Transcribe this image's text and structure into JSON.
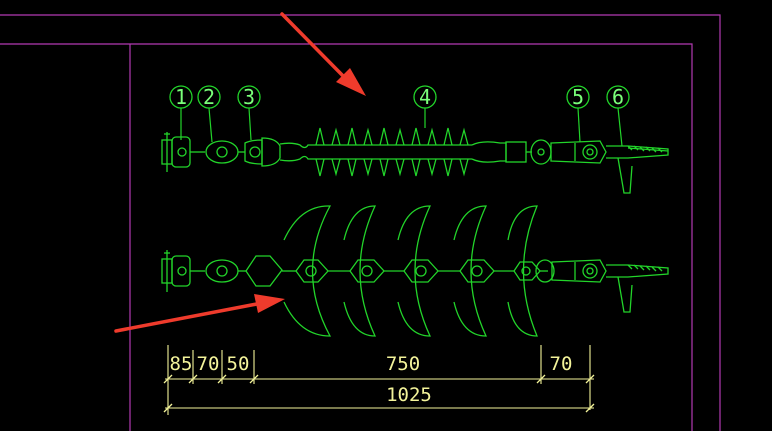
{
  "drawing": {
    "callouts": [
      "1",
      "2",
      "3",
      "4",
      "5",
      "6"
    ],
    "dimensions": {
      "segments": [
        "85",
        "70",
        "50",
        "750",
        "70"
      ],
      "total": "1025"
    }
  },
  "colors": {
    "background": "#000000",
    "frame": "#b23ab2",
    "geometry": "#22d42a",
    "balloon_text": "#7aff7a",
    "dimension": "#f3f39a",
    "arrow": "#ef3b2c"
  }
}
